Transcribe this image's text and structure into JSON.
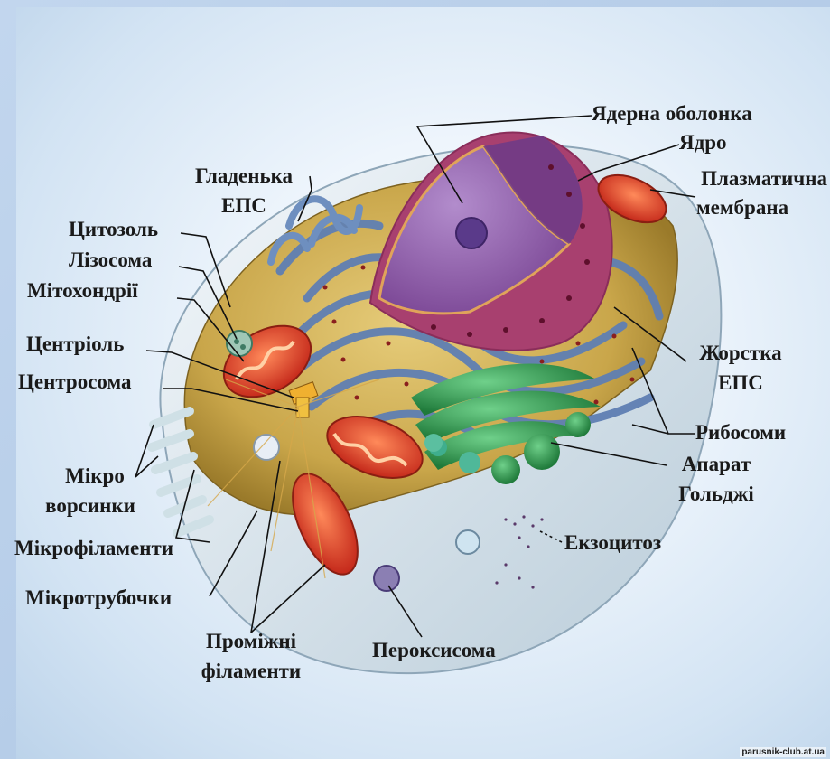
{
  "labels": {
    "nuclear_envelope": "Ядерна оболонка",
    "nucleus": "Ядро",
    "plasma_membrane_1": "Плазматична",
    "plasma_membrane_2": "мембрана",
    "smooth_er_1": "Гладенька",
    "smooth_er_2": "ЕПС",
    "cytosol": "Цитозоль",
    "lysosome": "Лізосома",
    "mitochondria": "Мітохондрії",
    "centriole": "Центріоль",
    "centrosome": "Центросома",
    "rough_er_1": "Жорстка",
    "rough_er_2": "ЕПС",
    "ribosomes": "Рибосоми",
    "golgi_1": "Апарат",
    "golgi_2": "Гольджі",
    "microvilli_1": "Мікро",
    "microvilli_2": "ворсинки",
    "exocytosis": "Екзоцитоз",
    "microfilaments": "Мікрофіламенти",
    "microtubules": "Мікротрубочки",
    "intermediate_filaments_1": "Проміжні",
    "intermediate_filaments_2": "філаменти",
    "peroxisome": "Пероксисома"
  },
  "watermark": "parusnik-club.at.ua",
  "colors": {
    "membrane": "#d9e6ee",
    "cytoplasm": "#c9a64a",
    "nucleus": "#8e5aa6",
    "nuclear_envelope": "#b34a92",
    "er": "#5f7fb3",
    "mitochondria": "#e2452d",
    "golgi": "#2f9c4d",
    "lysosome": "#9fc7b6",
    "leader_line": "#111111"
  }
}
